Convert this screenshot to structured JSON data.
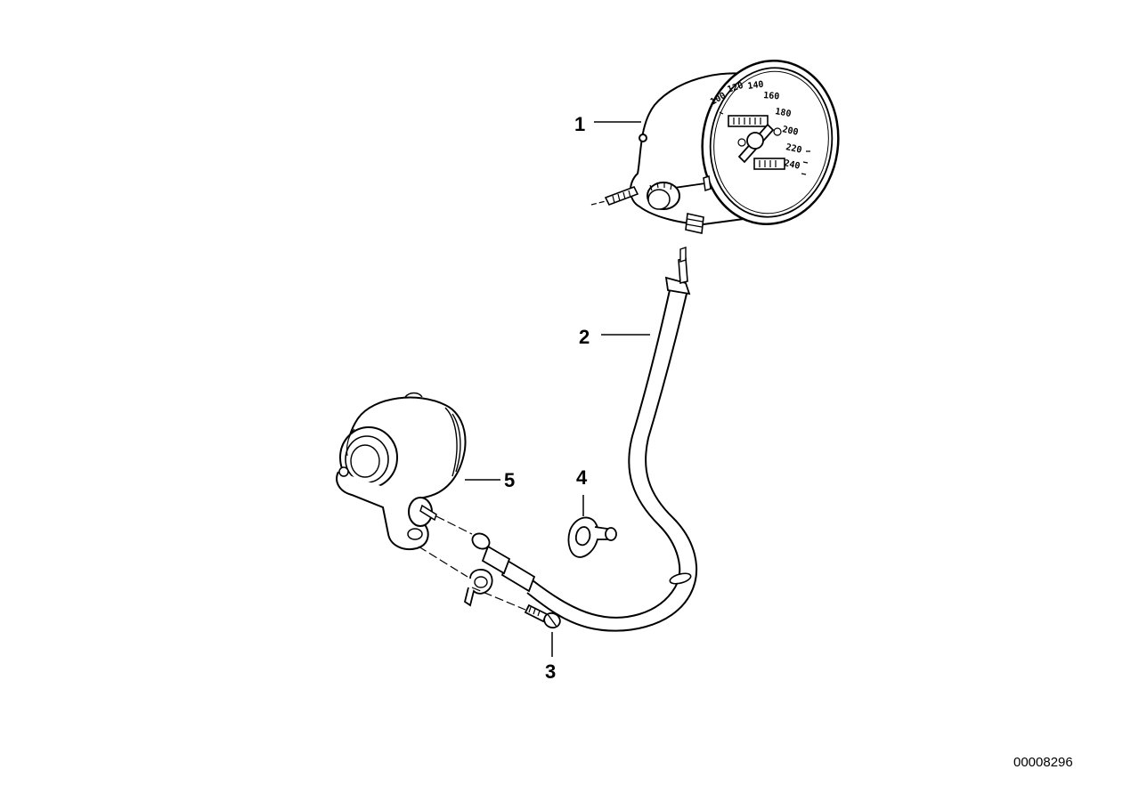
{
  "callouts": {
    "part_1": "1",
    "part_2": "2",
    "part_3": "3",
    "part_4": "4",
    "part_5": "5"
  },
  "speedometer_dial": {
    "scale_labels": [
      "100",
      "120",
      "140",
      "160",
      "180",
      "200",
      "220",
      "240"
    ]
  },
  "drawing_number": "00008296"
}
